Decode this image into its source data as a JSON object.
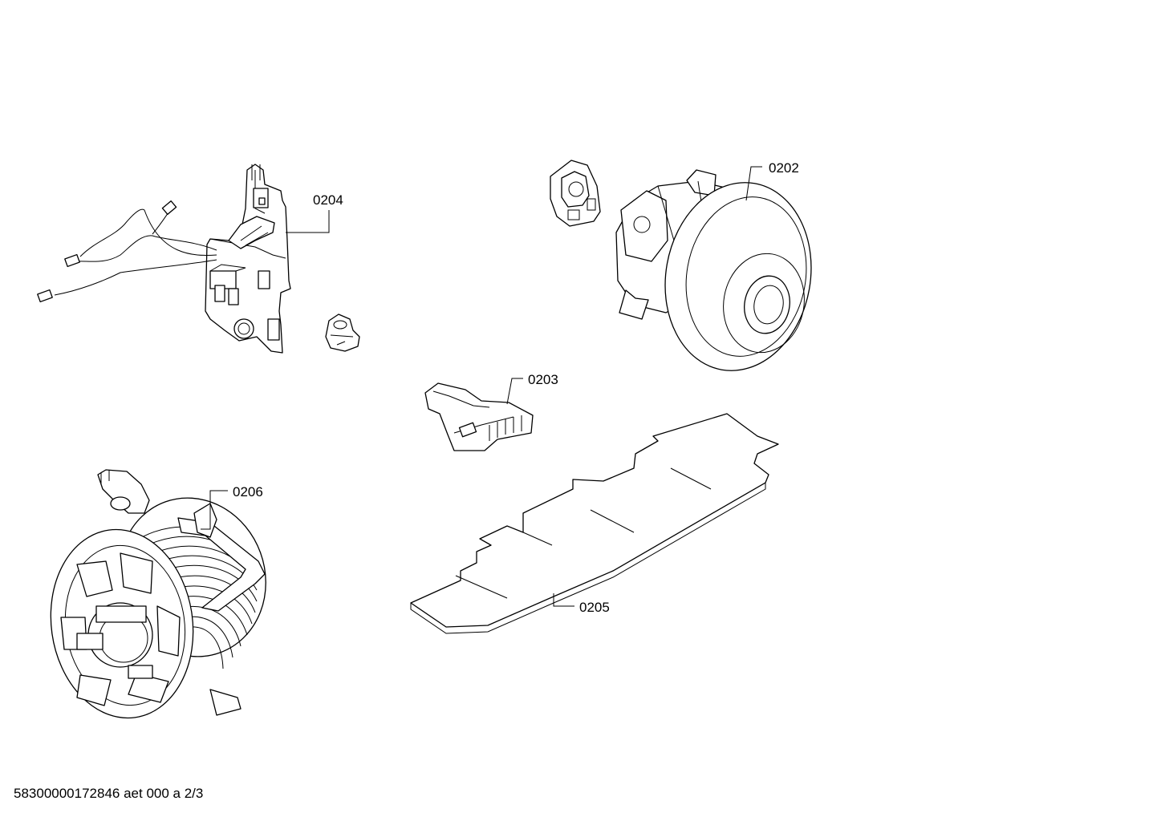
{
  "diagram": {
    "callouts": {
      "c0202": "0202",
      "c0203": "0203",
      "c0204": "0204",
      "c0205": "0205",
      "c0206": "0206"
    },
    "footer": "58300000172846 aet 000 a 2/3"
  }
}
